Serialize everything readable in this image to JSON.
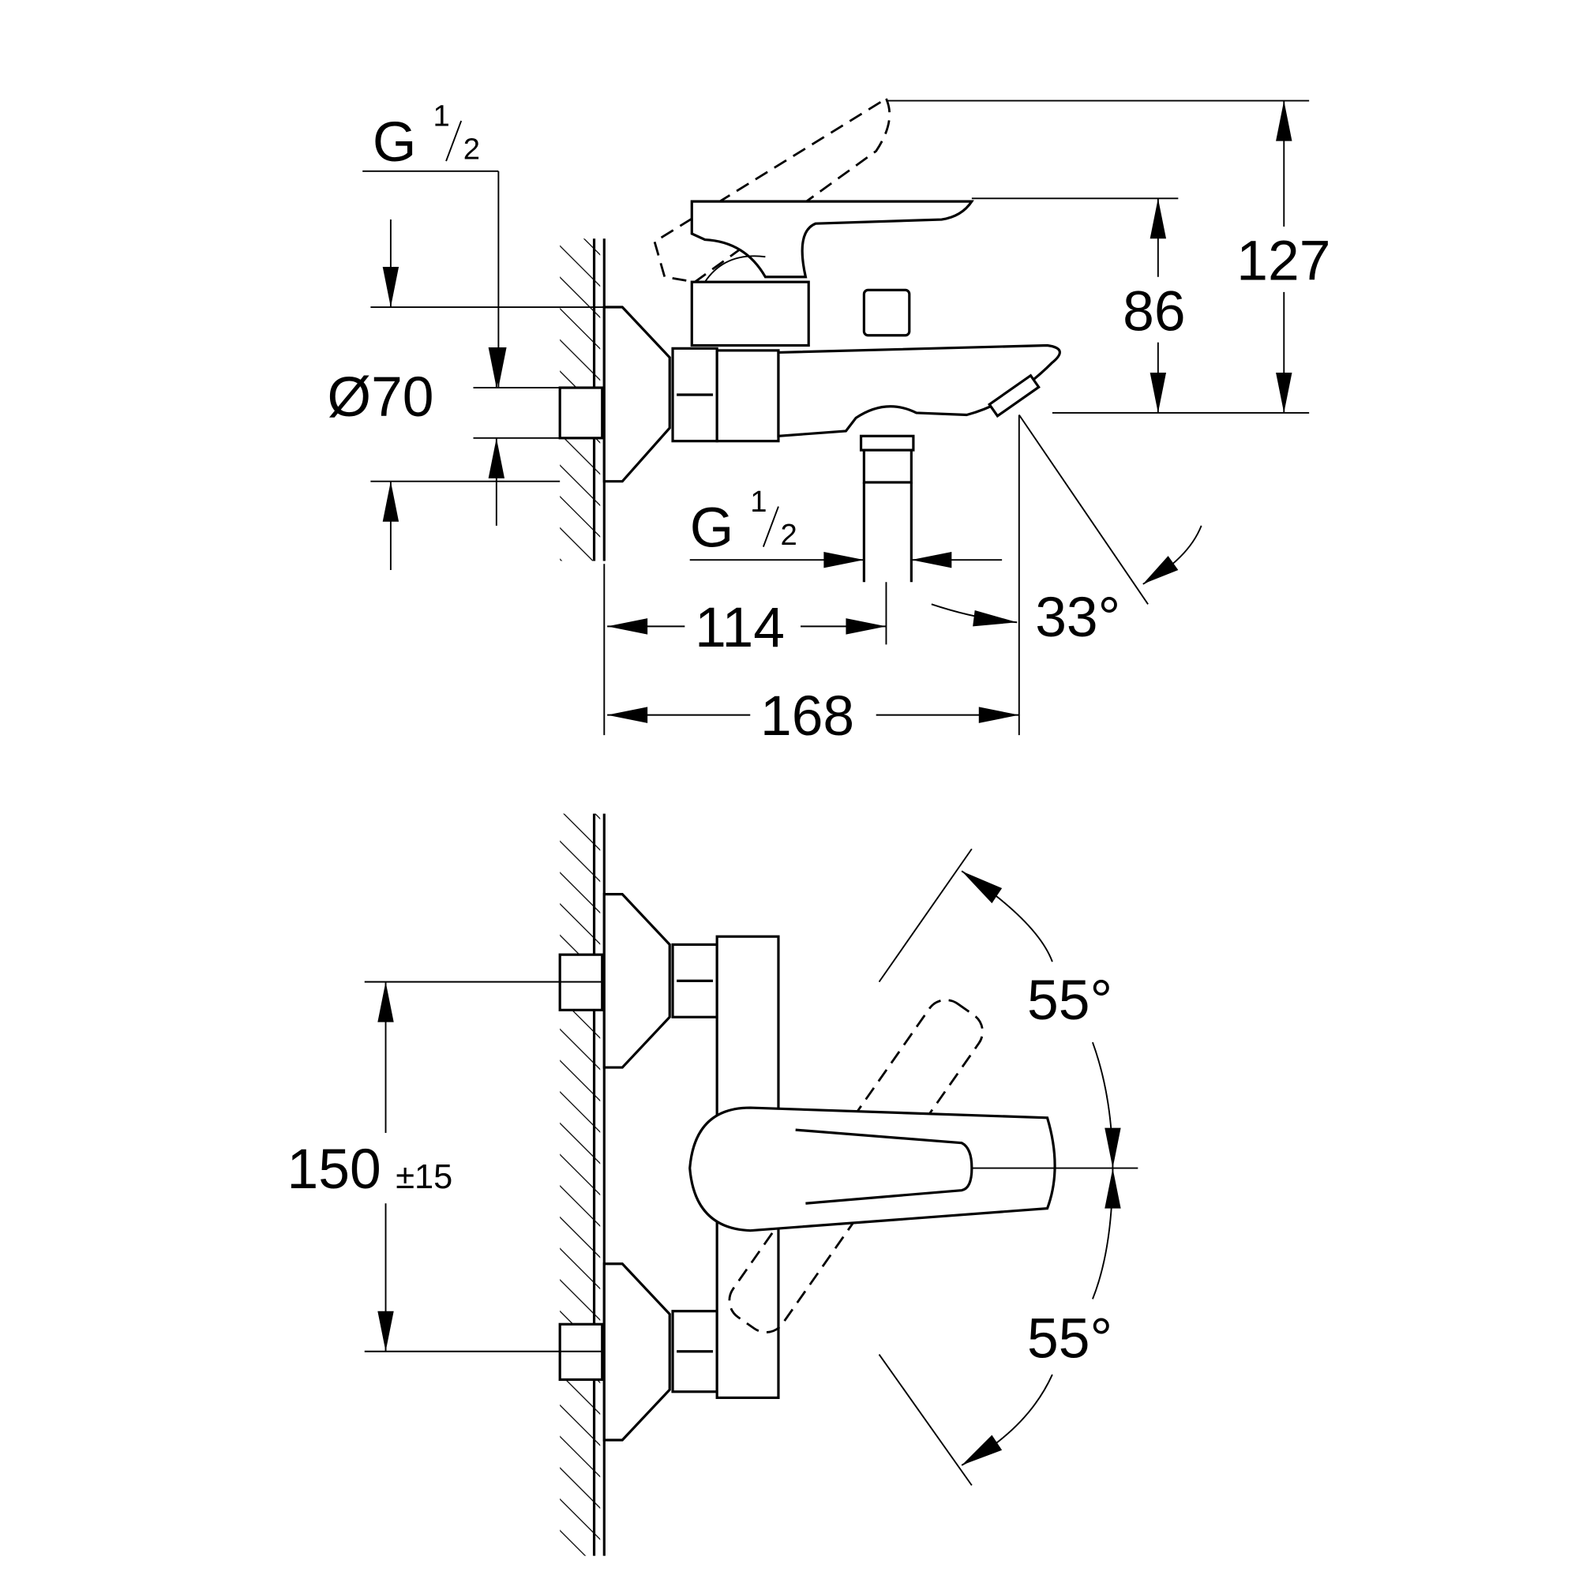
{
  "side_view": {
    "thread_top_label": "G",
    "thread_top_fraction_num": "1",
    "thread_top_fraction_den": "2",
    "thread_bottom_label": "G",
    "thread_bottom_fraction_num": "1",
    "thread_bottom_fraction_den": "2",
    "diameter": "Ø70",
    "height_total": "127",
    "height_spout": "86",
    "projection_outlet": "114",
    "projection_total": "168",
    "spout_angle": "33°"
  },
  "front_view": {
    "centres": "150",
    "centres_tolerance": "±15",
    "angle_up": "55°",
    "angle_down": "55°"
  }
}
